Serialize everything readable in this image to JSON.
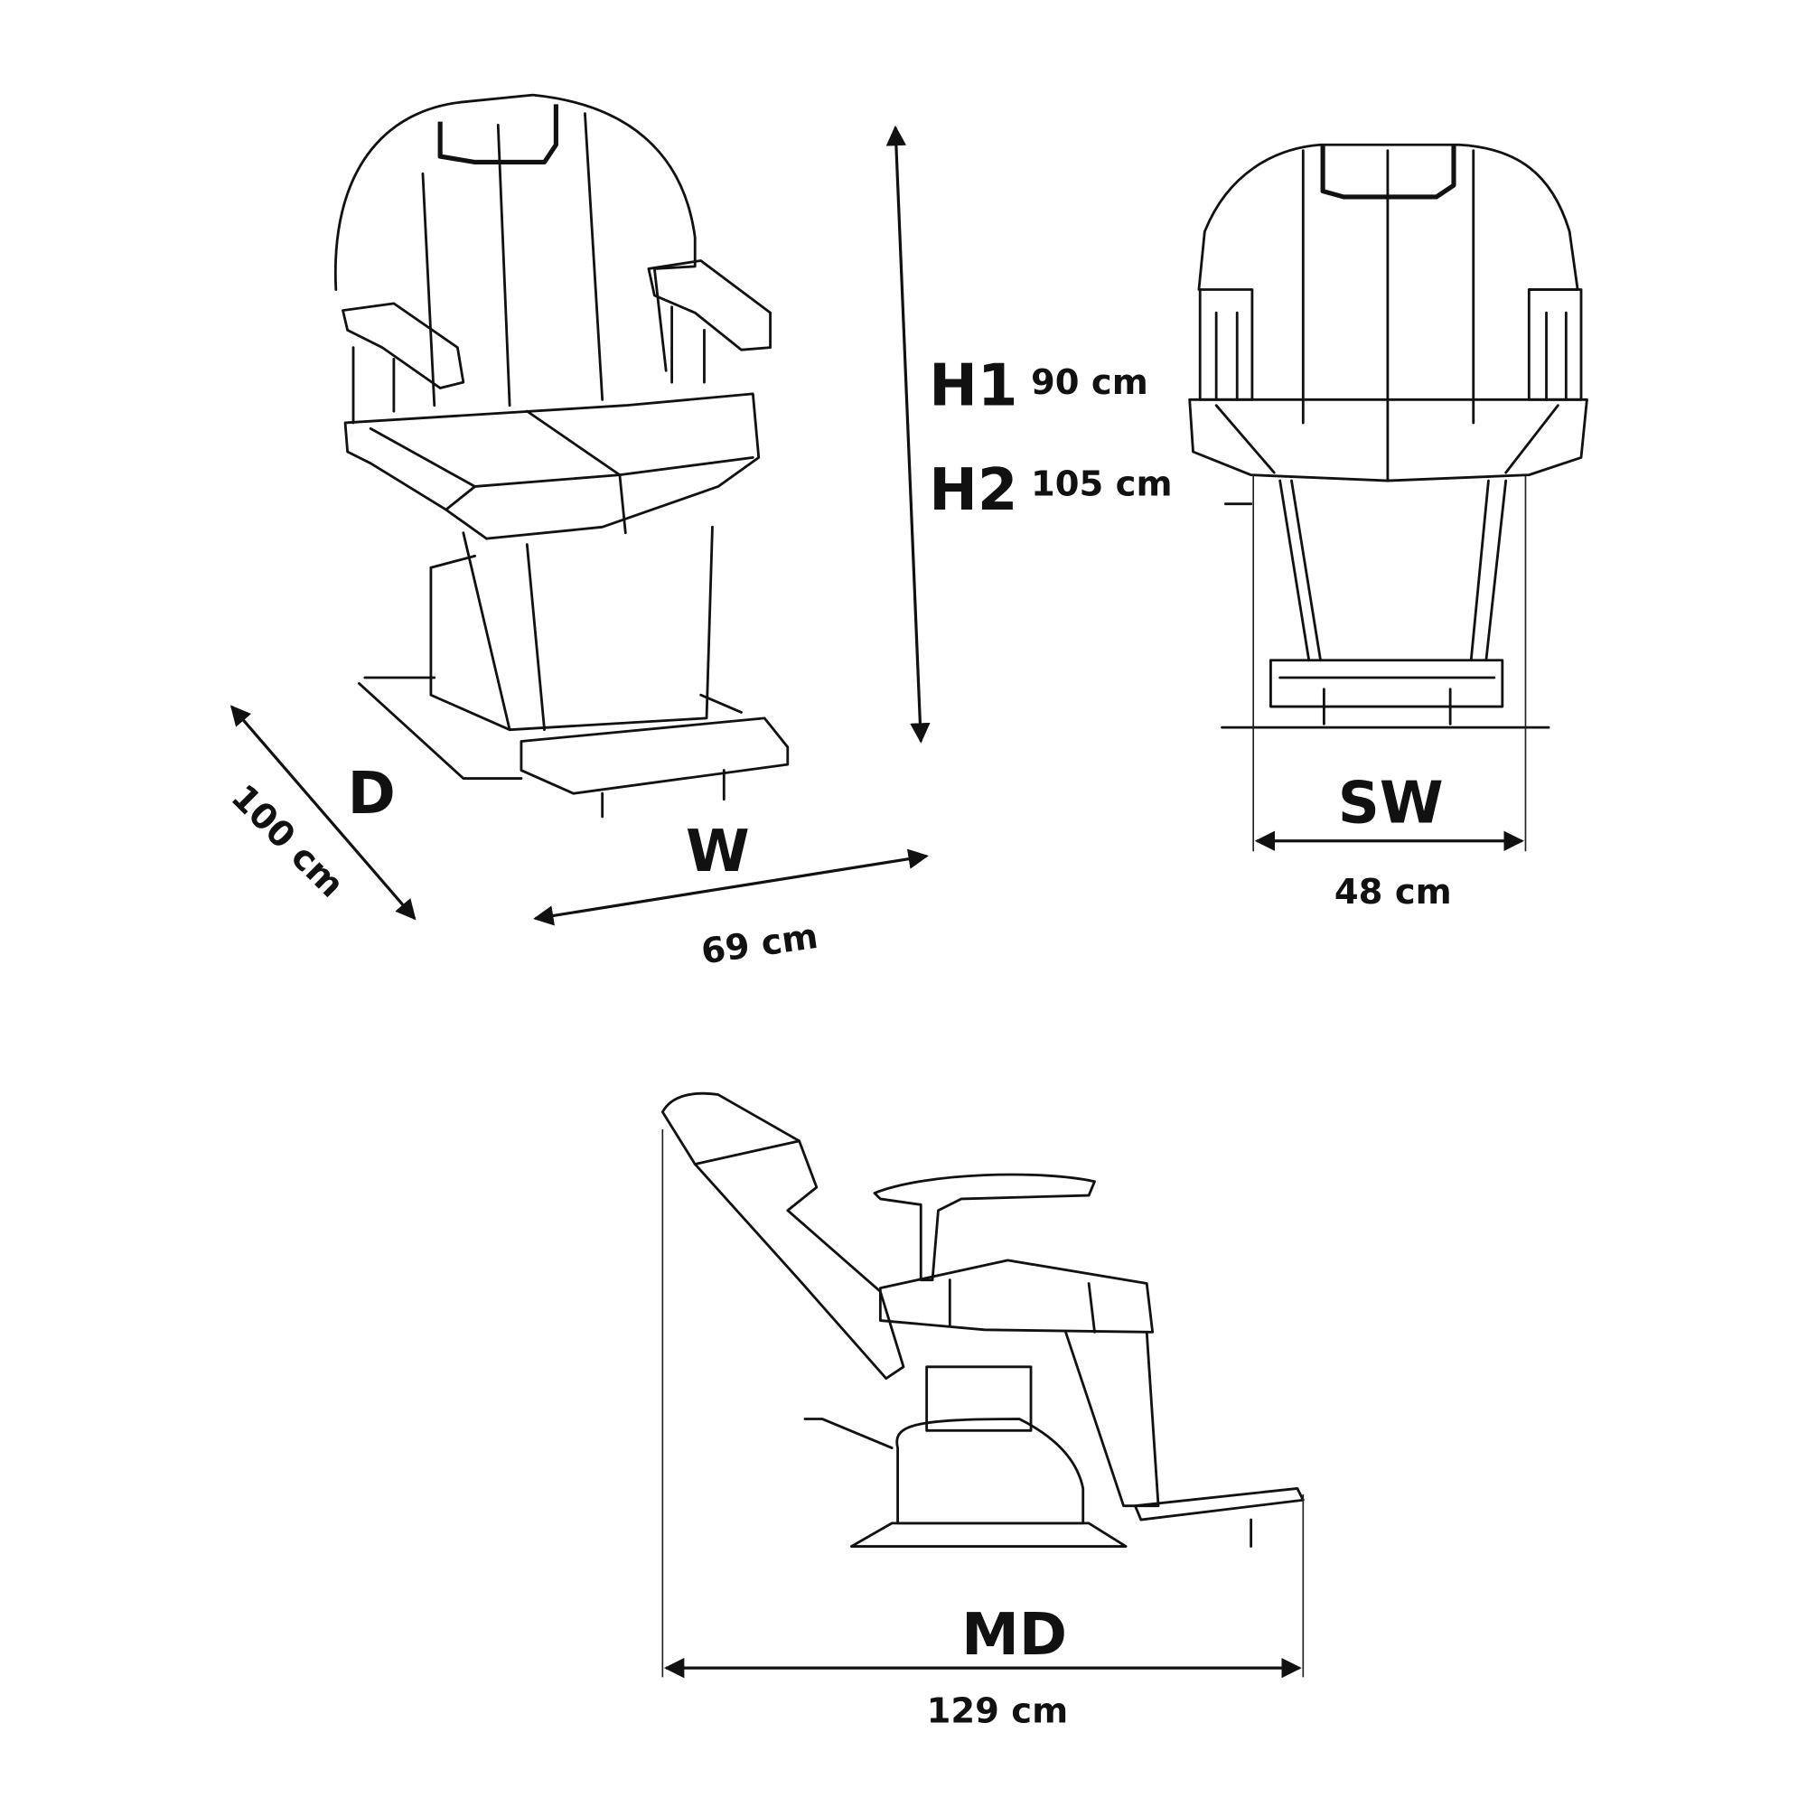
{
  "labels": {
    "h1": "H1",
    "h1_value": "90 cm",
    "h2": "H2",
    "h2_value": "105 cm",
    "d": "D",
    "d_value": "100 cm",
    "w": "W",
    "w_value": "69 cm",
    "sw": "SW",
    "sw_value": "48 cm",
    "md": "MD",
    "md_value": "129 cm"
  }
}
